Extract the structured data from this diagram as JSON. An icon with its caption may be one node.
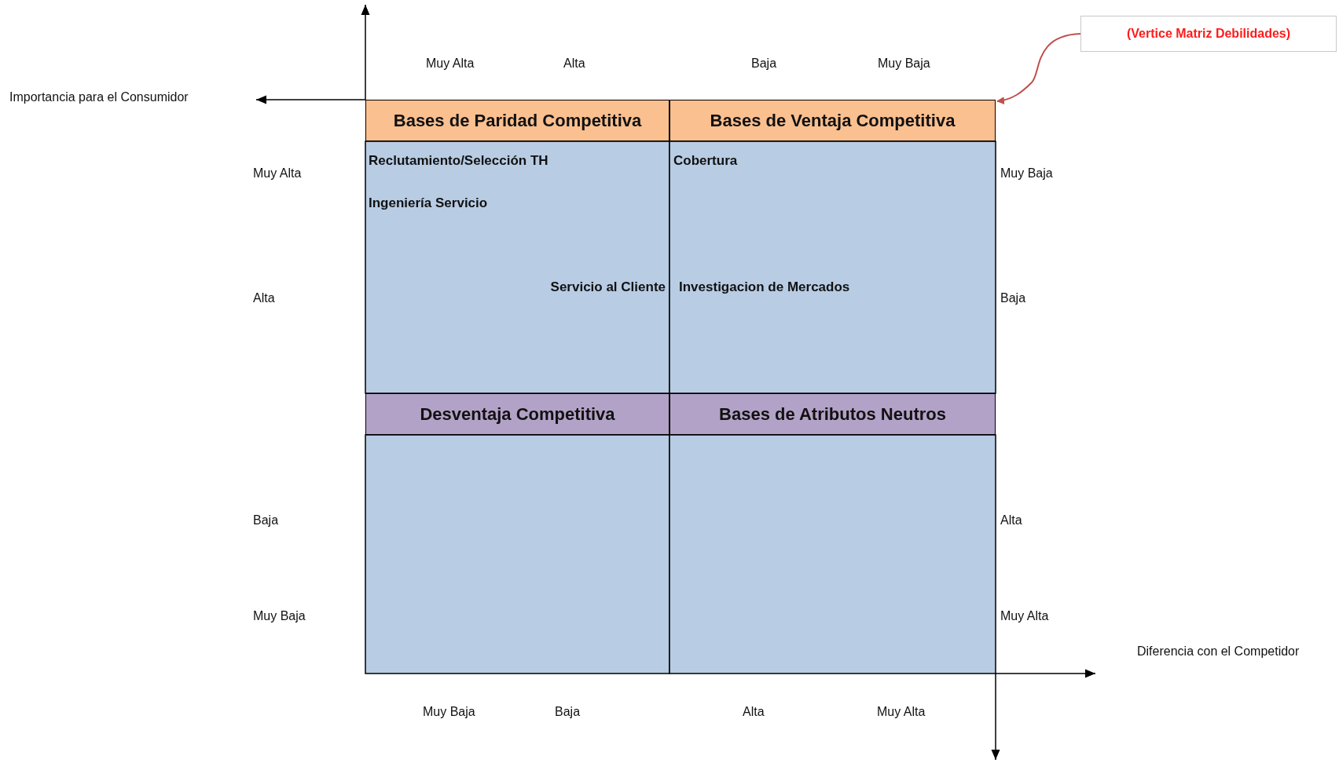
{
  "diagram": {
    "nodes": [
      {
        "text": [
          "Bases de Paridad Competitiva"
        ]
      },
      {
        "text": [
          "Bases de Ventaja Competitiva"
        ]
      },
      {
        "text": [
          "Desventaja Competitiva"
        ]
      },
      {
        "text": [
          "Bases de Atributos Neutros"
        ]
      },
      {
        "text": [
          "(Vertice Matriz Debilidades)"
        ]
      }
    ],
    "edges": [
      {
        "from": 4,
        "to": 1,
        "arrow": "to",
        "color": "#c0504d"
      }
    ],
    "labels": [
      "Muy Alta",
      "Alta",
      "Baja",
      "Muy Baja",
      "Importancia para el Consumidor",
      "Muy Alta",
      "Reclutamiento/Selección TH",
      "Cobertura",
      "Muy Baja",
      "Ingeniería Servicio",
      "Alta",
      "Servicio al Cliente",
      "Investigacion de Mercados",
      "Baja",
      "Baja",
      "Alta",
      "Muy Baja",
      "Muy Alta",
      "Diferencia con el Competidor",
      "Muy Baja",
      "Baja",
      "Alta",
      "Muy Alta"
    ]
  }
}
